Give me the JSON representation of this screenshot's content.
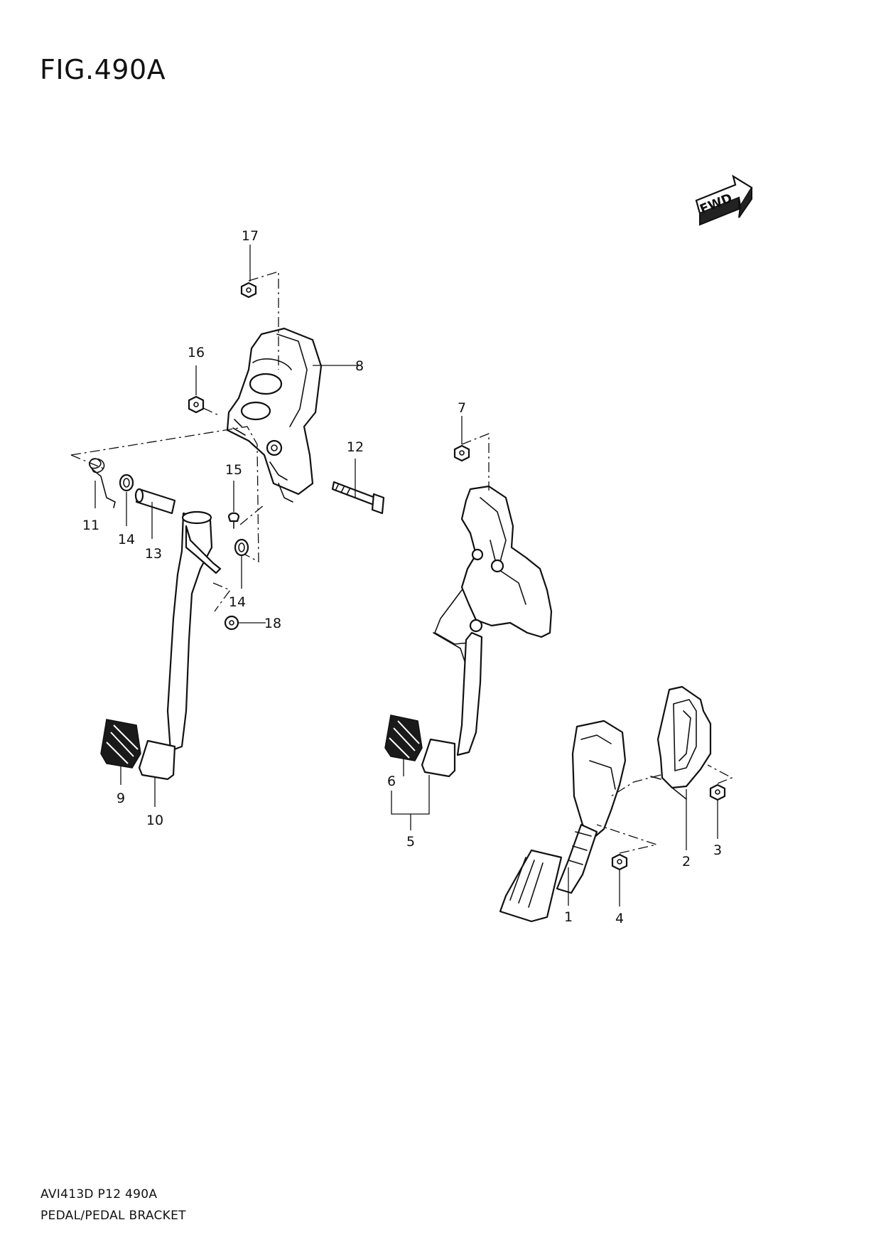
{
  "figure": {
    "title": "FIG.490A",
    "fwd_label": "FWD"
  },
  "footer": {
    "code": "AVI413D P12 490A",
    "name": "PEDAL/PEDAL BRACKET"
  },
  "callouts": {
    "c1": "1",
    "c2": "2",
    "c3": "3",
    "c4": "4",
    "c5": "5",
    "c6": "6",
    "c7": "7",
    "c8": "8",
    "c9": "9",
    "c10": "10",
    "c11": "11",
    "c12": "12",
    "c13": "13",
    "c14a": "14",
    "c14b": "14",
    "c15": "15",
    "c16": "16",
    "c17": "17",
    "c18": "18"
  }
}
